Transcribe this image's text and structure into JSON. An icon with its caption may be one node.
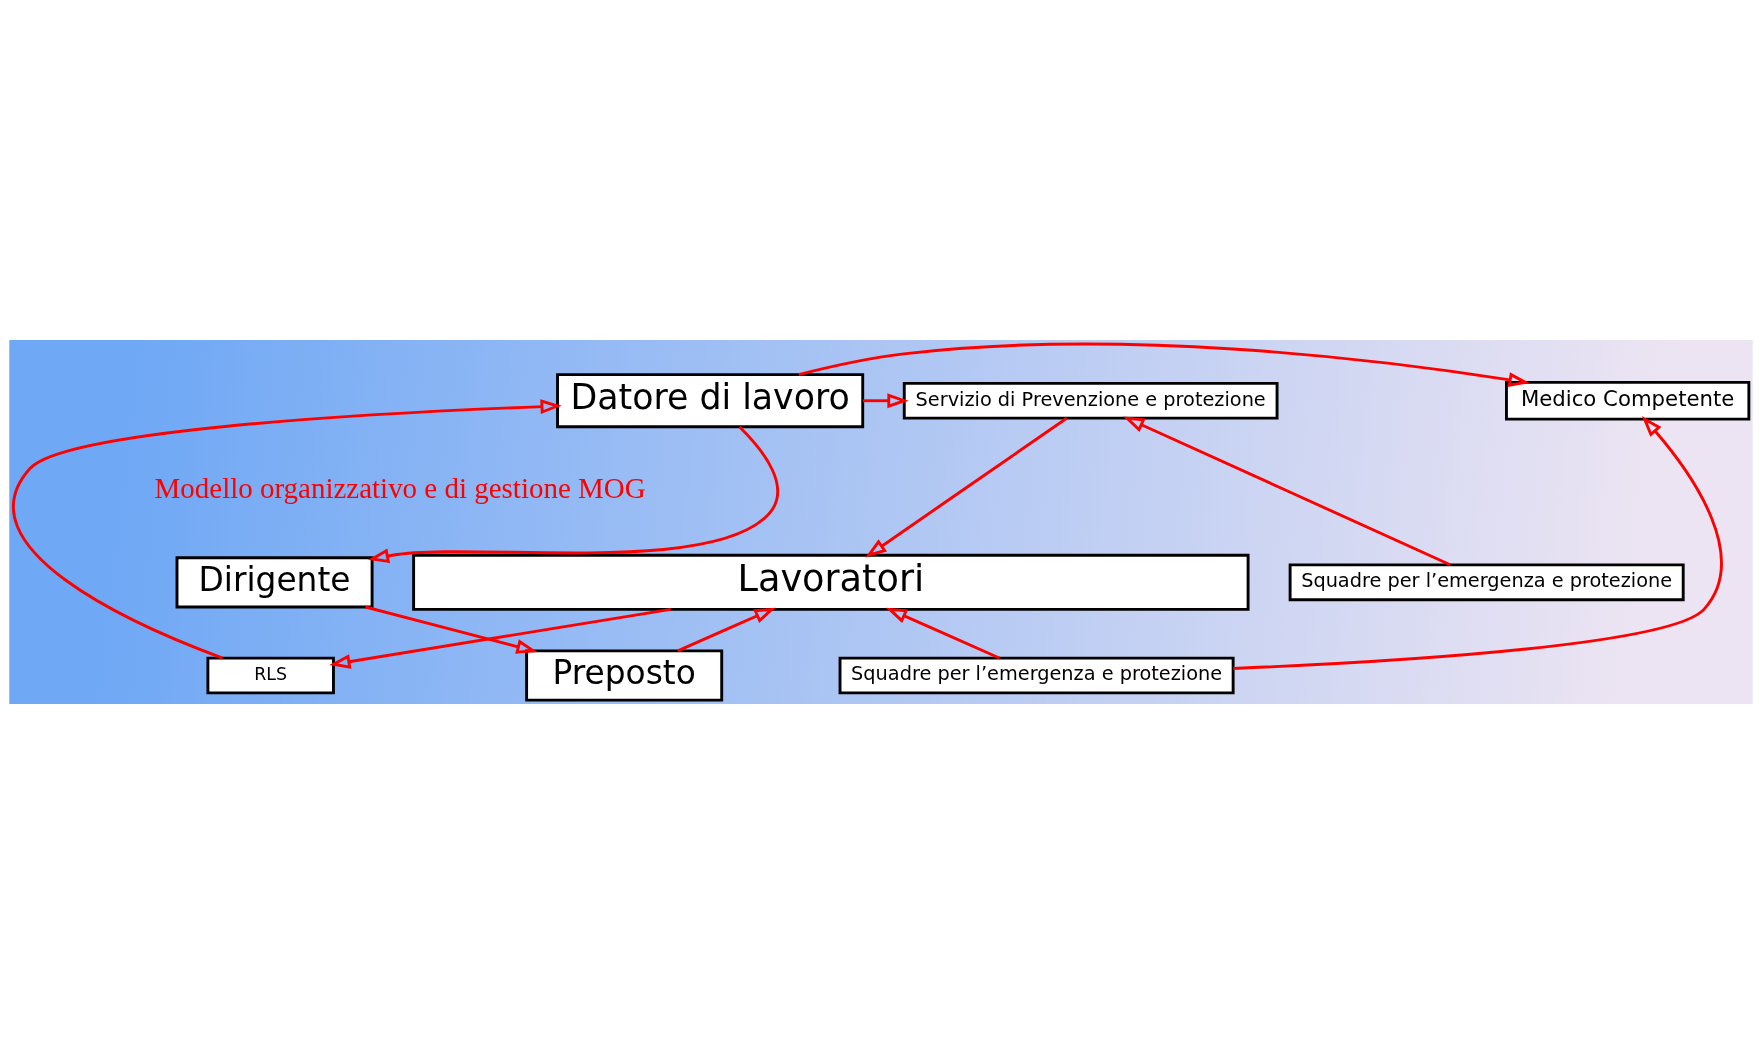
{
  "diagram": {
    "nodes": [
      {
        "text": [
          "Servizio di Prevenzione e protezione"
        ]
      },
      {
        "text": [
          "Datore di lavoro"
        ]
      },
      {
        "text": [
          "Medico Competente"
        ]
      },
      {
        "text": [
          "Squadre per l’emergenza e protezione"
        ]
      },
      {
        "text": [
          "Dirigente"
        ]
      },
      {
        "text": [
          "RLS"
        ]
      },
      {
        "text": [
          "Preposto"
        ]
      },
      {
        "text": [
          "Squadre per l’emergenza e protezione"
        ]
      },
      {
        "text": [
          "Lavoratori"
        ]
      }
    ],
    "edges": [
      {
        "from": 1,
        "to": 0,
        "arrow": "to"
      },
      {
        "from": 5,
        "to": 1,
        "arrow": "to"
      },
      {
        "from": 1,
        "to": 2,
        "arrow": "to"
      },
      {
        "from": 1,
        "to": 4,
        "arrow": "to"
      },
      {
        "from": 4,
        "to": 6,
        "arrow": "to"
      },
      {
        "from": 6,
        "to": 8,
        "arrow": "to"
      },
      {
        "from": 0,
        "to": 8,
        "arrow": "to"
      },
      {
        "from": 3,
        "to": 0,
        "arrow": "to"
      },
      {
        "from": 8,
        "to": 5,
        "arrow": "to"
      },
      {
        "from": 7,
        "to": 2,
        "arrow": "to"
      },
      {
        "from": 7,
        "to": 8,
        "arrow": "to"
      }
    ],
    "labels": [
      "Modello organizzativo e di gestione MOG"
    ]
  }
}
